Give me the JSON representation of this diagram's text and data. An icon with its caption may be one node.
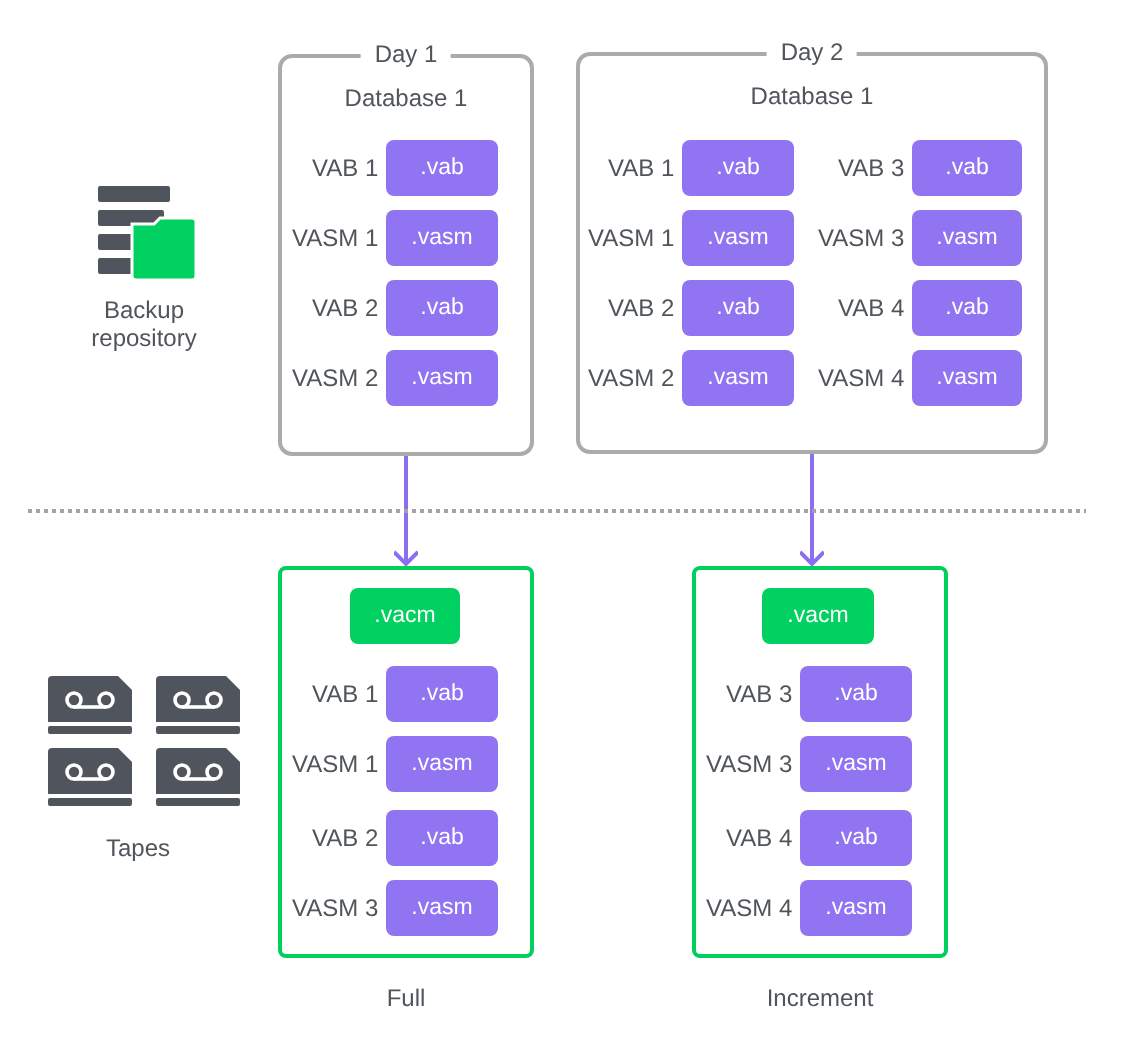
{
  "diagram": {
    "nodes": [
      {
        "text": [
          "Day 1",
          "Database 1"
        ]
      },
      {
        "text": [
          ".vab"
        ],
        "in": 0,
        "beside": [
          "VAB 1"
        ]
      },
      {
        "text": [
          ".vasm"
        ],
        "in": 0,
        "beside": [
          "VASM 1"
        ]
      },
      {
        "text": [
          ".vab"
        ],
        "in": 0,
        "beside": [
          "VAB 2"
        ]
      },
      {
        "text": [
          ".vasm"
        ],
        "in": 0,
        "beside": [
          "VASM 2"
        ]
      },
      {
        "text": [
          "Day 2",
          "Database 1"
        ]
      },
      {
        "text": [
          ".vab"
        ],
        "in": 5,
        "beside": [
          "VAB 1"
        ]
      },
      {
        "text": [
          ".vab"
        ],
        "in": 5,
        "beside": [
          "VAB 3"
        ]
      },
      {
        "text": [
          ".vasm"
        ],
        "in": 5,
        "beside": [
          "VASM 1"
        ]
      },
      {
        "text": [
          ".vasm"
        ],
        "in": 5,
        "beside": [
          "VASM 3"
        ]
      },
      {
        "text": [
          ".vab"
        ],
        "in": 5,
        "beside": [
          "VAB 2"
        ]
      },
      {
        "text": [
          ".vab"
        ],
        "in": 5,
        "beside": [
          "VAB 4"
        ]
      },
      {
        "text": [
          ".vasm"
        ],
        "in": 5,
        "beside": [
          "VASM 2"
        ]
      },
      {
        "text": [
          ".vasm"
        ],
        "in": 5,
        "beside": [
          "VASM 4"
        ]
      },
      {
        "text": [],
        "shape": "box",
        "beside": [
          "Full"
        ]
      },
      {
        "text": [
          ".vacm"
        ],
        "in": 14
      },
      {
        "text": [
          ".vab"
        ],
        "in": 14,
        "beside": [
          "VAB 1"
        ]
      },
      {
        "text": [
          ".vasm"
        ],
        "in": 14,
        "beside": [
          "VASM 1"
        ]
      },
      {
        "text": [
          ".vab"
        ],
        "in": 14,
        "beside": [
          "VAB 2"
        ]
      },
      {
        "text": [
          ".vasm"
        ],
        "in": 14,
        "beside": [
          "VASM 3"
        ]
      },
      {
        "text": [],
        "shape": "box",
        "beside": [
          "Increment"
        ]
      },
      {
        "text": [
          ".vacm"
        ],
        "in": 20
      },
      {
        "text": [
          ".vab"
        ],
        "in": 20,
        "beside": [
          "VAB 3"
        ]
      },
      {
        "text": [
          ".vasm"
        ],
        "in": 20,
        "beside": [
          "VASM 3"
        ]
      },
      {
        "text": [
          ".vab"
        ],
        "in": 20,
        "beside": [
          "VAB 4"
        ]
      },
      {
        "text": [
          ".vasm"
        ],
        "in": 20,
        "beside": [
          "VASM 4"
        ]
      }
    ],
    "edges": [
      {
        "from": 0,
        "to": 14,
        "arrow": "to"
      },
      {
        "from": 5,
        "to": 20,
        "arrow": "to"
      }
    ],
    "labels": [
      "Backup repository",
      "Tapes"
    ]
  }
}
